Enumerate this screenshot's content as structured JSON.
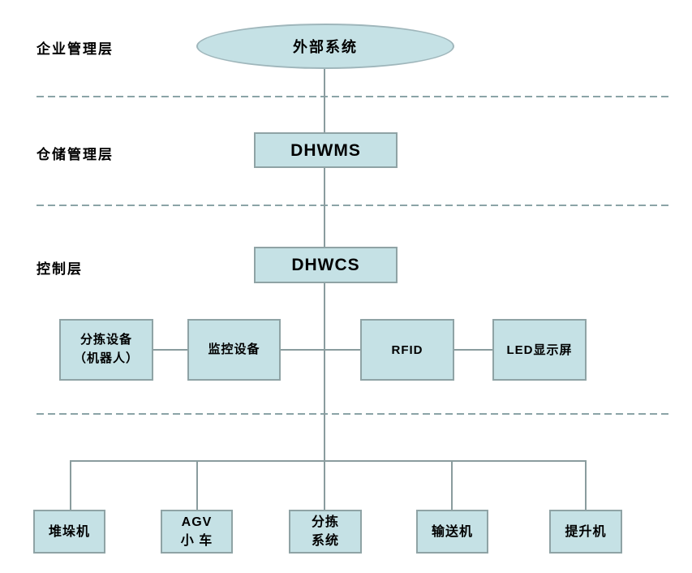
{
  "colors": {
    "node_fill": "#c5e1e5",
    "node_border": "#8fa3a5",
    "ellipse_border": "#9fb6bb",
    "line": "#8a9c9e",
    "dashed": "#8ba4a7",
    "text": "#000000"
  },
  "layers": {
    "enterprise": "企业管理层",
    "warehouse": "仓储管理层",
    "control": "控制层"
  },
  "nodes": {
    "external_system": "外部系统",
    "wms": "DHWMS",
    "wcs": "DHWCS",
    "sorting_device": "分拣设备\n（机器人）",
    "monitoring_device": "监控设备",
    "rfid": "RFID",
    "led_display": "LED显示屏",
    "stacker": "堆垛机",
    "agv": "AGV\n小 车",
    "sorting_system": "分拣\n系统",
    "conveyor": "输送机",
    "hoist": "提升机"
  }
}
